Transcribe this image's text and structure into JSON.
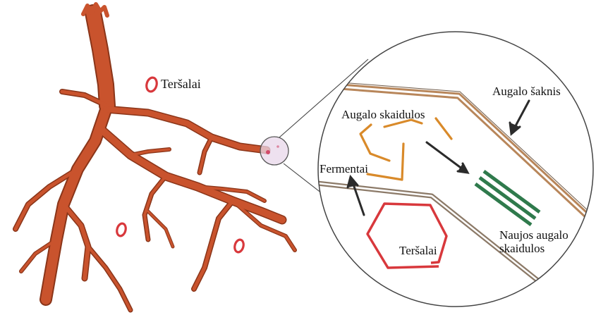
{
  "labels": {
    "pollutants_left": "Teršalai",
    "plant_root": "Augalo šaknis",
    "plant_fibers": "Augalo skaidulos",
    "enzymes": "Fermentai",
    "new_fibers_line1": "Naujos augalo",
    "new_fibers_line2": "skaidulos",
    "pollutants_zoom": "Teršalai"
  },
  "colors": {
    "root_fill": "#c9532d",
    "root_outline": "#8a3519",
    "pollutant": "#d8383c",
    "fiber_orange": "#d98a2a",
    "fiber_green": "#2f7a4c",
    "arrow": "#2b2b2b",
    "root_wall": "#b8865a",
    "magnifier_outline": "#444444"
  }
}
